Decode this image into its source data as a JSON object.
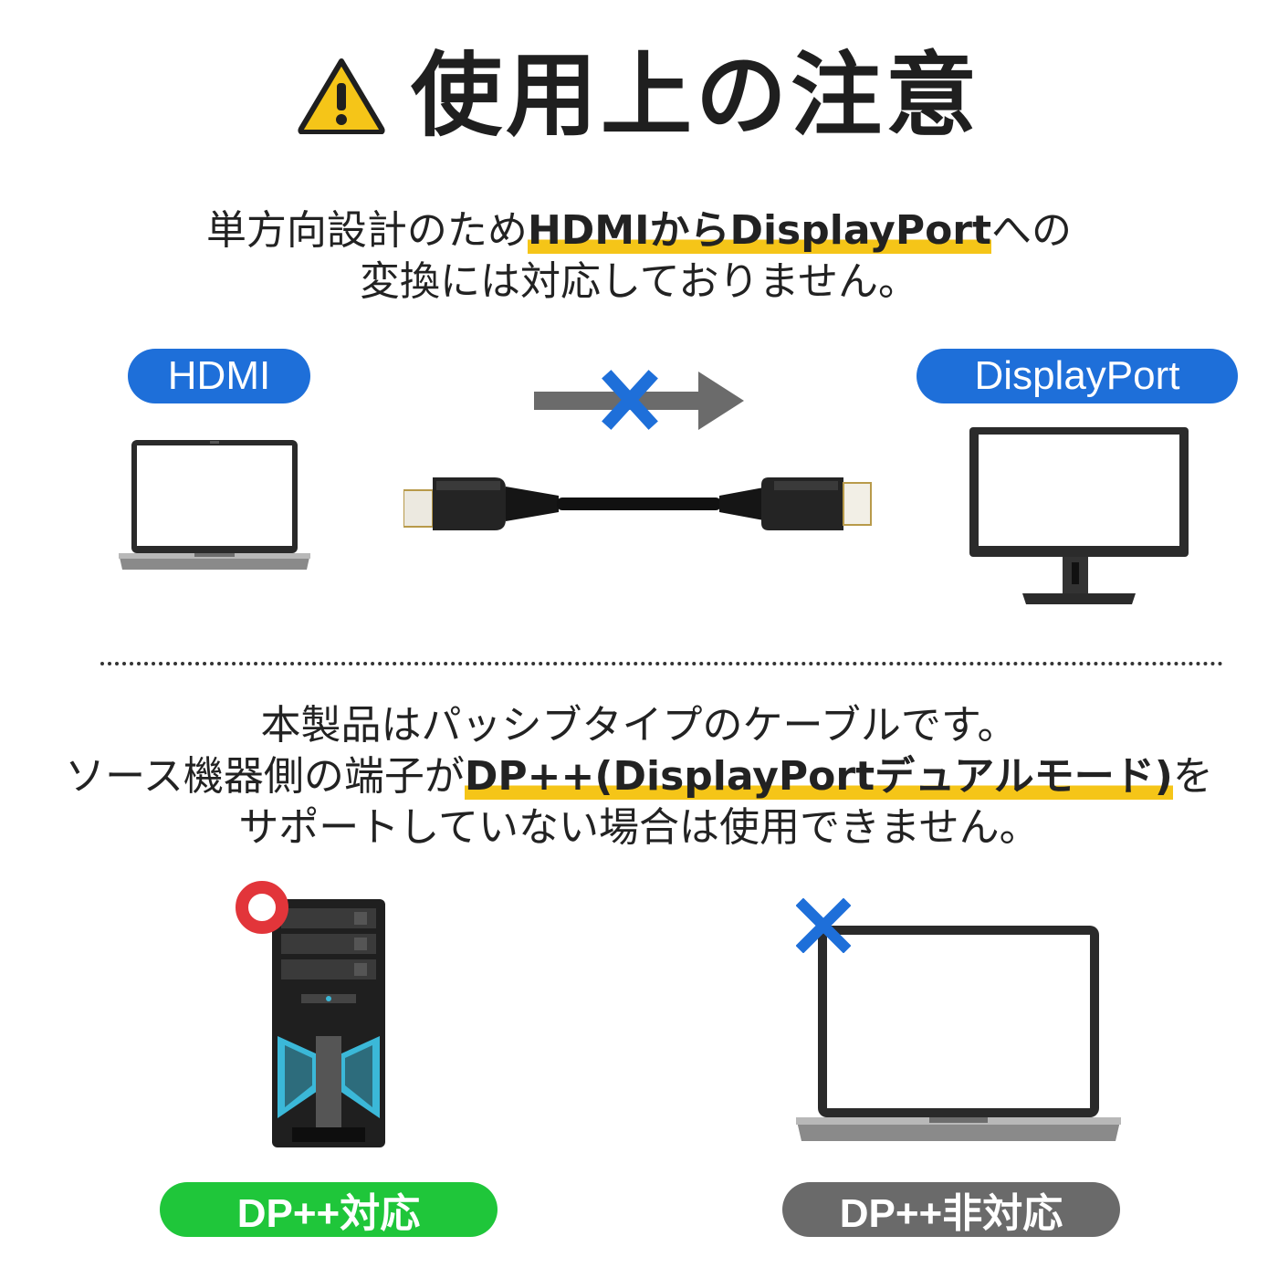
{
  "title": "使用上の注意",
  "section1": {
    "line1_pre": "単方向設計のため",
    "line1_hl": "HDMIからDisplayPort",
    "line1_post": "への",
    "line2": "変換には対応しておりません。",
    "hdmi_label": "HDMI",
    "displayport_label": "DisplayPort"
  },
  "section2": {
    "line1": "本製品はパッシブタイプのケーブルです。",
    "line2_pre": "ソース機器側の端子が",
    "line2_hl": "DP++(DisplayPortデュアルモード)",
    "line2_post": "を",
    "line3": "サポートしていない場合は使用できません。",
    "supported_label": "DP++対応",
    "unsupported_label": "DP++非対応"
  },
  "colors": {
    "accent_yellow": "#f5c518",
    "blue": "#1e6fd9",
    "green": "#1fc63a",
    "gray": "#6a6a6a",
    "red": "#e2353a",
    "cyan": "#3bb8d8"
  },
  "icons": [
    "warning-icon",
    "cross-icon",
    "circle-icon",
    "arrow-icon"
  ]
}
